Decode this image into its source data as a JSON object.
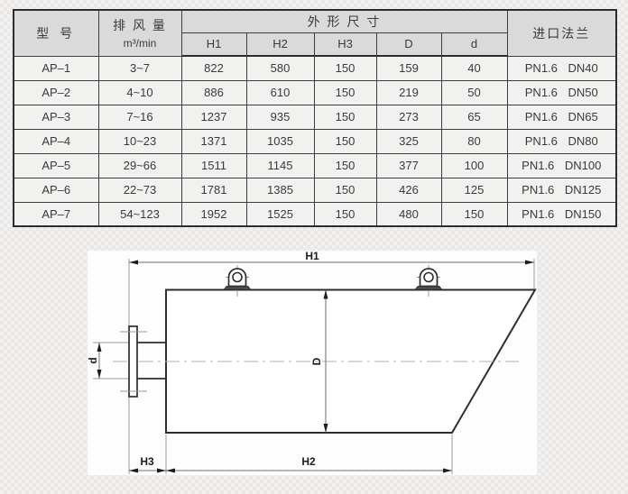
{
  "table": {
    "headers": {
      "model": "型 号",
      "airflow_title": "排 风 量",
      "airflow_unit": "m³/min",
      "dimensions_group": "外 形 尺 寸",
      "dim_cols": [
        "H1",
        "H2",
        "H3",
        "D",
        "d"
      ],
      "inlet_flange": "进口法兰"
    },
    "rows": [
      {
        "model": "AP–1",
        "airflow": "3~7",
        "h1": "822",
        "h2": "580",
        "h3": "150",
        "D": "159",
        "d": "40",
        "flange": "PN1.6 DN40"
      },
      {
        "model": "AP–2",
        "airflow": "4~10",
        "h1": "886",
        "h2": "610",
        "h3": "150",
        "D": "219",
        "d": "50",
        "flange": "PN1.6 DN50"
      },
      {
        "model": "AP–3",
        "airflow": "7~16",
        "h1": "1237",
        "h2": "935",
        "h3": "150",
        "D": "273",
        "d": "65",
        "flange": "PN1.6 DN65"
      },
      {
        "model": "AP–4",
        "airflow": "10~23",
        "h1": "1371",
        "h2": "1035",
        "h3": "150",
        "D": "325",
        "d": "80",
        "flange": "PN1.6 DN80"
      },
      {
        "model": "AP–5",
        "airflow": "29~66",
        "h1": "1511",
        "h2": "1145",
        "h3": "150",
        "D": "377",
        "d": "100",
        "flange": "PN1.6 DN100"
      },
      {
        "model": "AP–6",
        "airflow": "22~73",
        "h1": "1781",
        "h2": "1385",
        "h3": "150",
        "D": "426",
        "d": "125",
        "flange": "PN1.6 DN125"
      },
      {
        "model": "AP–7",
        "airflow": "54~123",
        "h1": "1952",
        "h2": "1525",
        "h3": "150",
        "D": "480",
        "d": "150",
        "flange": "PN1.6 DN150"
      }
    ]
  },
  "diagram": {
    "labels": {
      "h1": "H1",
      "h2": "H2",
      "h3": "H3",
      "D": "D",
      "d": "d"
    }
  },
  "colors": {
    "page_background": "#efeeec",
    "header_cell": "#dadada",
    "data_cell": "#f1f1f0",
    "table_border": "#2d2d2d",
    "drawing_line": "#2d2d2d",
    "dimension_line": "#6e6e6e",
    "centerline": "#b0b0b0",
    "diagram_panel": "#fdfdfd"
  }
}
